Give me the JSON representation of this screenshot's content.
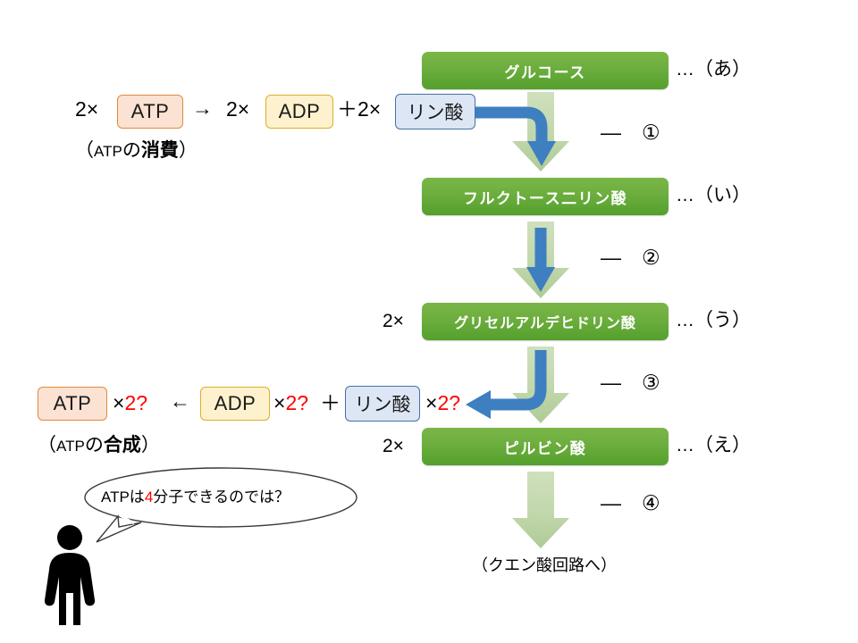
{
  "diagram": {
    "title_alt": "解糖系の経路図",
    "colors": {
      "green_box_top": "#7ab648",
      "green_box_bottom": "#55a02c",
      "green_arrow": "#bcd4a4",
      "blue_arrow": "#3d7fc1",
      "atp_fill": "#fbe2d2",
      "atp_border": "#e08a3c",
      "adp_fill": "#fdf2cd",
      "adp_border": "#dcae29",
      "pi_fill": "#dde6f4",
      "pi_border": "#4472a8",
      "highlight_red": "#ff0000"
    }
  },
  "pathway": {
    "steps": [
      {
        "name": "グルコース",
        "tag": "…（あ）",
        "prefix": "",
        "arrow_label": "—　①"
      },
      {
        "name": "フルクトース二リン酸",
        "tag": "…（い）",
        "prefix": "",
        "arrow_label": "—　②"
      },
      {
        "name": "グリセルアルデヒドリン酸",
        "tag": "…（う）",
        "prefix": "2×",
        "arrow_label": "—　③"
      },
      {
        "name": "ピルビン酸",
        "tag": "…（え）",
        "prefix": "2×",
        "arrow_label": "—　④"
      }
    ],
    "final_note": "（クエン酸回路へ）"
  },
  "consumption": {
    "coef_atp": "2×",
    "atp": "ATP",
    "arrow": "→",
    "coef_adp": "2×",
    "adp": "ADP",
    "plus": "＋2×",
    "phosphate": "リン酸",
    "caption_open": "（",
    "caption_pre": "ATP",
    "caption_mid": "の",
    "caption_bold": "消費",
    "caption_close": "）"
  },
  "synthesis": {
    "atp": "ATP",
    "atp_mult": "×",
    "atp_count": "2?",
    "arrow": "←",
    "adp": "ADP",
    "adp_mult": "×",
    "adp_count": "2?",
    "plus": "＋",
    "phosphate": "リン酸",
    "pi_mult": "×",
    "pi_count": "2?",
    "caption_open": "（",
    "caption_pre": "ATP",
    "caption_mid": "の",
    "caption_bold": "合成",
    "caption_close": "）"
  },
  "speech": {
    "pre": "ATPは",
    "highlight": "4",
    "post": "分子できるのでは？"
  },
  "icons": {
    "person": "person-silhouette-icon",
    "speech": "speech-bubble-icon",
    "down_arrow": "down-arrow-icon",
    "elbow_arrow": "elbow-arrow-icon"
  }
}
